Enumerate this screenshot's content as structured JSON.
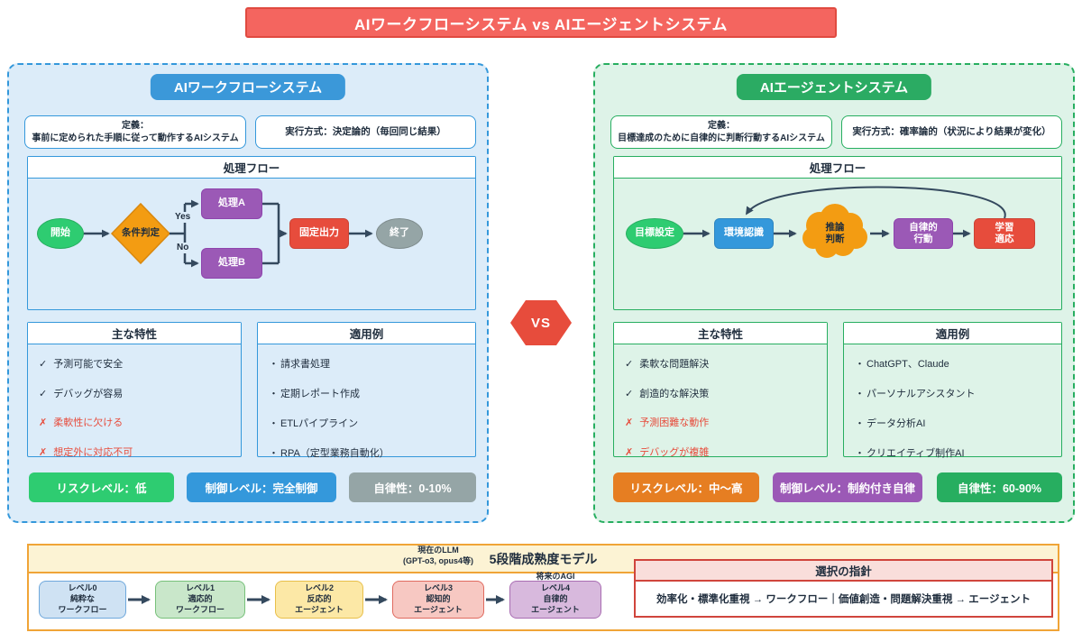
{
  "title": "AIワークフローシステム vs AIエージェントシステム",
  "vs_label": "VS",
  "glyphs": {
    "bullet": "・"
  },
  "colors": {
    "banner_red": "#f4655f",
    "workflow_blue": "#3498db",
    "agent_green": "#27ae60",
    "node_green": "#2ecc71",
    "node_orange": "#f39c12",
    "node_purple": "#9b59b6",
    "node_red": "#e74c3c",
    "node_gray": "#95a5a6",
    "arrow_navy": "#34495e",
    "maturity_orange": "#f0a437",
    "guideline_red": "#d0453c"
  },
  "workflow": {
    "title": "AIワークフローシステム",
    "definition_label": "定義：",
    "definition_text": "事前に定められた手順に従って動作するAIシステム",
    "execution": "実行方式：決定論的（毎回同じ結果）",
    "flow": {
      "title": "処理フロー",
      "start": "開始",
      "condition": "条件判定",
      "yes": "Yes",
      "no": "No",
      "process_a": "処理A",
      "process_b": "処理B",
      "output": "固定出力",
      "end": "終了"
    },
    "characteristics": {
      "title": "主な特性",
      "items": [
        {
          "mark": "✓",
          "text": "予測可能で安全"
        },
        {
          "mark": "✓",
          "text": "デバッグが容易"
        },
        {
          "mark": "✗",
          "text": "柔軟性に欠ける"
        },
        {
          "mark": "✗",
          "text": "想定外に対応不可"
        }
      ]
    },
    "examples": {
      "title": "適用例",
      "items": [
        "請求書処理",
        "定期レポート作成",
        "ETLパイプライン",
        "RPA（定型業務自動化）"
      ]
    },
    "badges": [
      {
        "label": "リスクレベル：低",
        "bg": "#2ecc71"
      },
      {
        "label": "制御レベル：完全制御",
        "bg": "#3498db"
      },
      {
        "label": "自律性：0-10%",
        "bg": "#95a5a6"
      }
    ]
  },
  "agent": {
    "title": "AIエージェントシステム",
    "definition_label": "定義：",
    "definition_text": "目標達成のために自律的に判断行動するAIシステム",
    "execution": "実行方式：確率論的（状況により結果が変化）",
    "flow": {
      "title": "処理フロー",
      "goal": "目標設定",
      "perceive": "環境認識",
      "reason_l1": "推論",
      "reason_l2": "判断",
      "act_l1": "自律的",
      "act_l2": "行動",
      "learn_l1": "学習",
      "learn_l2": "適応"
    },
    "characteristics": {
      "title": "主な特性",
      "items": [
        {
          "mark": "✓",
          "text": "柔軟な問題解決"
        },
        {
          "mark": "✓",
          "text": "創造的な解決策"
        },
        {
          "mark": "✗",
          "text": "予測困難な動作"
        },
        {
          "mark": "✗",
          "text": "デバッグが複雑"
        }
      ]
    },
    "examples": {
      "title": "適用例",
      "items": [
        "ChatGPT、Claude",
        "パーソナルアシスタント",
        "データ分析AI",
        "クリエイティブ制作AI"
      ]
    },
    "badges": [
      {
        "label": "リスクレベル：中〜高",
        "bg": "#e67e22"
      },
      {
        "label": "制御レベル：制約付き自律",
        "bg": "#9b59b6"
      },
      {
        "label": "自律性：60-90%",
        "bg": "#27ae60"
      }
    ]
  },
  "maturity": {
    "title": "5段階成熟度モデル",
    "annotation_llm_l1": "現在のLLM",
    "annotation_llm_l2": "(GPT-o3, opus4等)",
    "annotation_agi": "将来のAGI",
    "levels": [
      {
        "l1": "レベル0",
        "l2": "純粋な",
        "l3": "ワークフロー"
      },
      {
        "l1": "レベル1",
        "l2": "適応的",
        "l3": "ワークフロー"
      },
      {
        "l1": "レベル2",
        "l2": "反応的",
        "l3": "エージェント"
      },
      {
        "l1": "レベル3",
        "l2": "認知的",
        "l3": "エージェント"
      },
      {
        "l1": "レベル4",
        "l2": "自律的",
        "l3": "エージェント"
      }
    ]
  },
  "guideline": {
    "title": "選択の指針",
    "text": "効率化・標準化重視 → ワークフロー｜価値創造・問題解決重視 → エージェント"
  }
}
